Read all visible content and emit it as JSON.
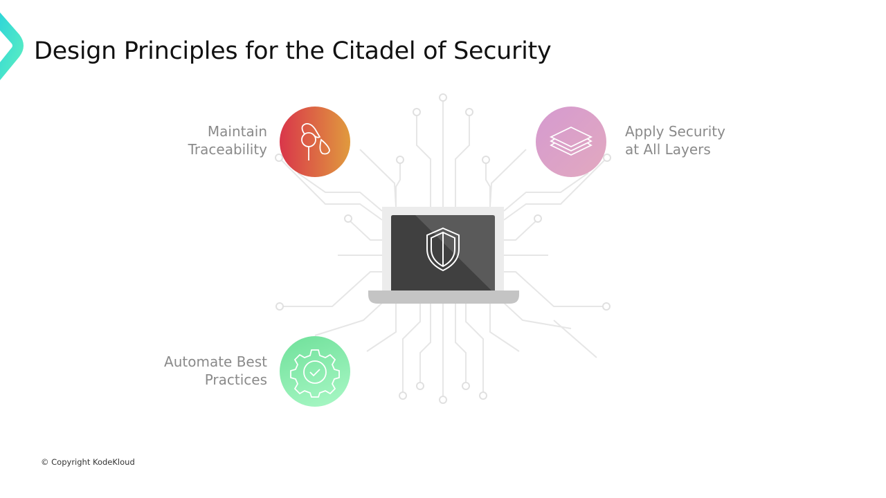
{
  "slide": {
    "title": "Design Principles for the Citadel of Security",
    "copyright": "© Copyright KodeKloud"
  },
  "principles": [
    {
      "label_line1": "Maintain",
      "label_line2": "Traceability",
      "icon": "traceability-icon",
      "color_start": "#d9364a",
      "color_end": "#e09a3e"
    },
    {
      "label_line1": "Apply Security",
      "label_line2": "at All Layers",
      "icon": "layers-icon",
      "color_start": "#d59ad0",
      "color_end": "#e0a6c0"
    },
    {
      "label_line1": "Automate Best",
      "label_line2": "Practices",
      "icon": "gear-check-icon",
      "color_start": "#6fe09a",
      "color_end": "#a8f7c4"
    }
  ],
  "colors": {
    "accent": "#3de0d0",
    "laptop_screen": "#444444"
  }
}
